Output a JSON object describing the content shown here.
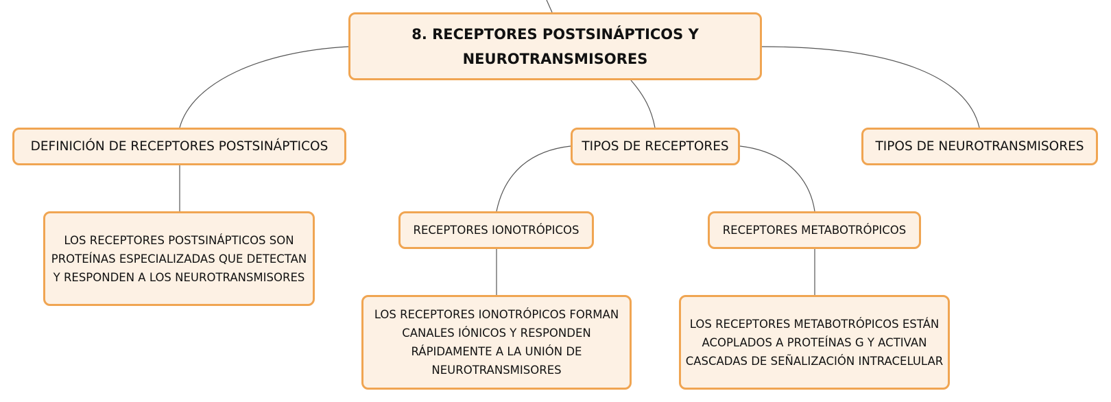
{
  "colors": {
    "node_fill": "#fdf1e4",
    "node_border": "#f0a552",
    "connector": "#555555",
    "text": "#111111"
  },
  "root": {
    "label": "8. RECEPTORES POSTSINÁPTICOS Y\nNEUROTRANSMISORES"
  },
  "branches": {
    "definicion": {
      "label": "DEFINICIÓN DE RECEPTORES POSTSINÁPTICOS",
      "detail": "LOS RECEPTORES POSTSINÁPTICOS SON\nPROTEÍNAS ESPECIALIZADAS QUE DETECTAN\nY RESPONDEN A LOS NEUROTRANSMISORES"
    },
    "tipos_receptores": {
      "label": "TIPOS DE RECEPTORES",
      "ionotropicos": {
        "label": "RECEPTORES IONOTRÓPICOS",
        "detail": "LOS RECEPTORES IONOTRÓPICOS FORMAN\nCANALES IÓNICOS Y RESPONDEN\nRÁPIDAMENTE A LA UNIÓN DE\nNEUROTRANSMISORES"
      },
      "metabotropicos": {
        "label": "RECEPTORES METABOTRÓPICOS",
        "detail": "LOS RECEPTORES METABOTRÓPICOS ESTÁN\nACOPLADOS A PROTEÍNAS G Y ACTIVAN\nCASCADAS DE SEÑALIZACIÓN INTRACELULAR"
      }
    },
    "tipos_neurotransmisores": {
      "label": "TIPOS DE NEUROTRANSMISORES"
    }
  }
}
